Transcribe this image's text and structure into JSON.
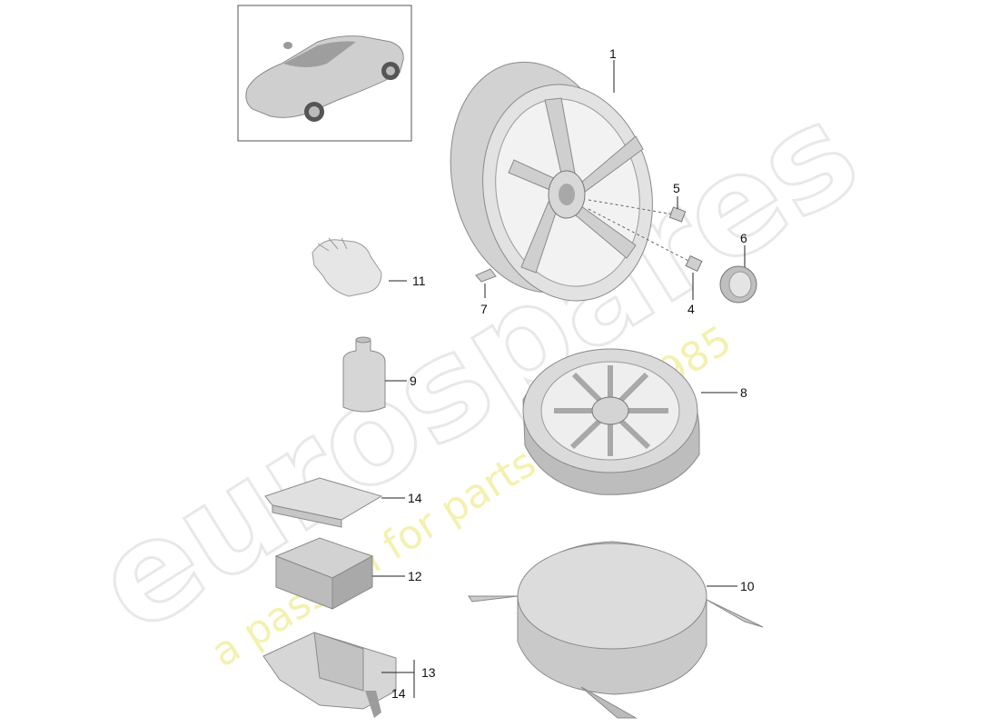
{
  "watermark": {
    "brand": "eurospares",
    "tagline": "a passion for parts since 1985"
  },
  "callouts": {
    "p1": "1",
    "p4": "4",
    "p5": "5",
    "p6": "6",
    "p7": "7",
    "p8": "8",
    "p9": "9",
    "p10": "10",
    "p11": "11",
    "p12": "12",
    "p13": "13",
    "p14a": "14",
    "p14b": "14"
  },
  "colors": {
    "part_fill": "#d8d8d8",
    "part_shade": "#bdbdbd",
    "outline": "#8a8a8a",
    "leader": "#222222",
    "watermark_text": "#e6e6e6",
    "watermark_tagline": "#f3f0a8"
  }
}
